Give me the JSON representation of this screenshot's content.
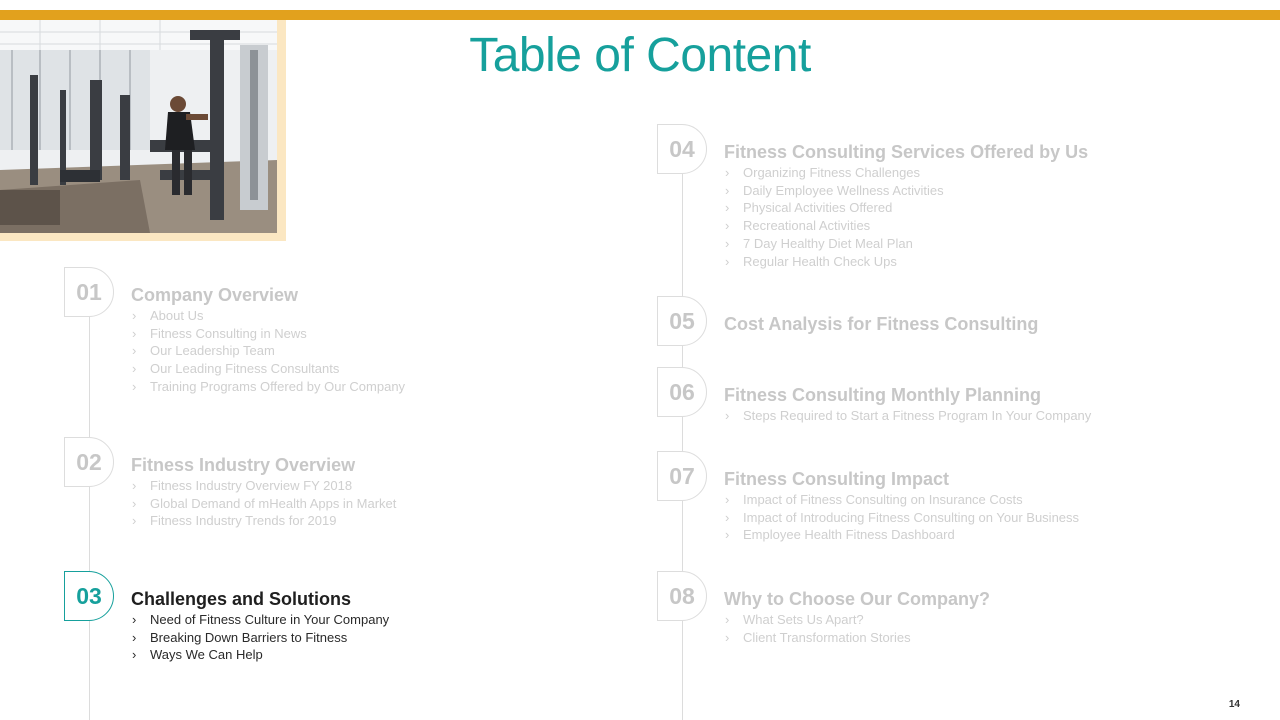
{
  "slide": {
    "title": "Table of Content",
    "page_number": "14",
    "accent_color": "#16A09C",
    "bar_color": "#E2A11D",
    "photo_frame_color": "#FBE7C2"
  },
  "sections": [
    {
      "number": "01",
      "title": "Company Overview",
      "items": [
        "About Us",
        "Fitness Consulting in News",
        "Our Leadership Team",
        "Our Leading Fitness Consultants",
        "Training Programs Offered by Our Company"
      ]
    },
    {
      "number": "02",
      "title": "Fitness Industry Overview",
      "items": [
        "Fitness Industry Overview FY 2018",
        "Global Demand of mHealth Apps in Market",
        "Fitness Industry Trends for 2019"
      ]
    },
    {
      "number": "03",
      "title": "Challenges and Solutions",
      "active": true,
      "items": [
        "Need of Fitness Culture in Your Company",
        "Breaking Down Barriers to Fitness",
        "Ways We Can Help"
      ]
    },
    {
      "number": "04",
      "title": "Fitness Consulting  Services Offered by Us",
      "items": [
        "Organizing Fitness Challenges",
        "Daily Employee Wellness Activities",
        "Physical Activities Offered",
        "Recreational Activities",
        "7 Day Healthy Diet Meal Plan",
        "Regular Health Check Ups"
      ]
    },
    {
      "number": "05",
      "title": "Cost Analysis for Fitness Consulting",
      "items": []
    },
    {
      "number": "06",
      "title": "Fitness Consulting  Monthly Planning",
      "items": [
        "Steps Required to Start a Fitness Program In Your Company"
      ]
    },
    {
      "number": "07",
      "title": "Fitness Consulting  Impact",
      "items": [
        "Impact of Fitness Consulting on Insurance Costs",
        "Impact of Introducing Fitness Consulting on Your Business",
        "Employee Health Fitness Dashboard"
      ]
    },
    {
      "number": "08",
      "title": "Why to Choose Our Company?",
      "items": [
        "What Sets Us Apart?",
        "Client Transformation Stories"
      ]
    }
  ],
  "bullet_glyph": "›",
  "icons": {
    "photo": "gym-photo-image",
    "bullet": "chevron-right-icon"
  }
}
